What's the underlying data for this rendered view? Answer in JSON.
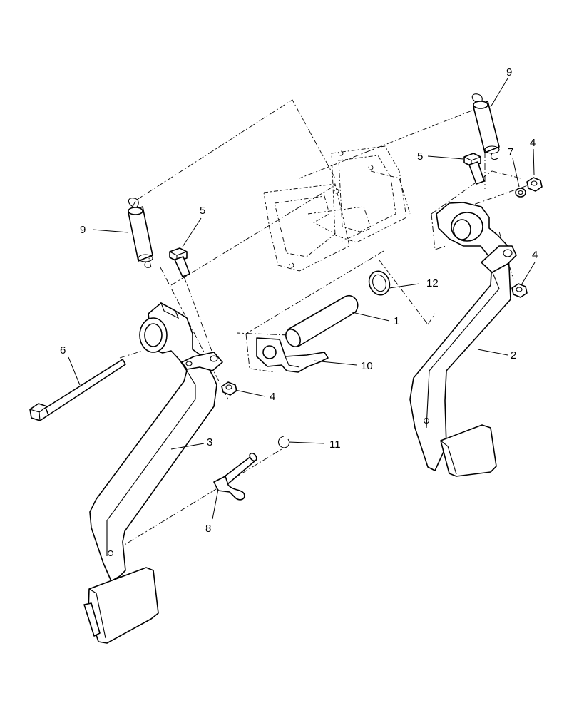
{
  "labels": {
    "l1": "1",
    "l2": "2",
    "l3": "3",
    "l4a": "4",
    "l4b": "4",
    "l4c": "4",
    "l5a": "5",
    "l5b": "5",
    "l6": "6",
    "l7": "7",
    "l8": "8",
    "l9a": "9",
    "l9b": "9",
    "l10": "10",
    "l11": "11",
    "l12": "12"
  }
}
